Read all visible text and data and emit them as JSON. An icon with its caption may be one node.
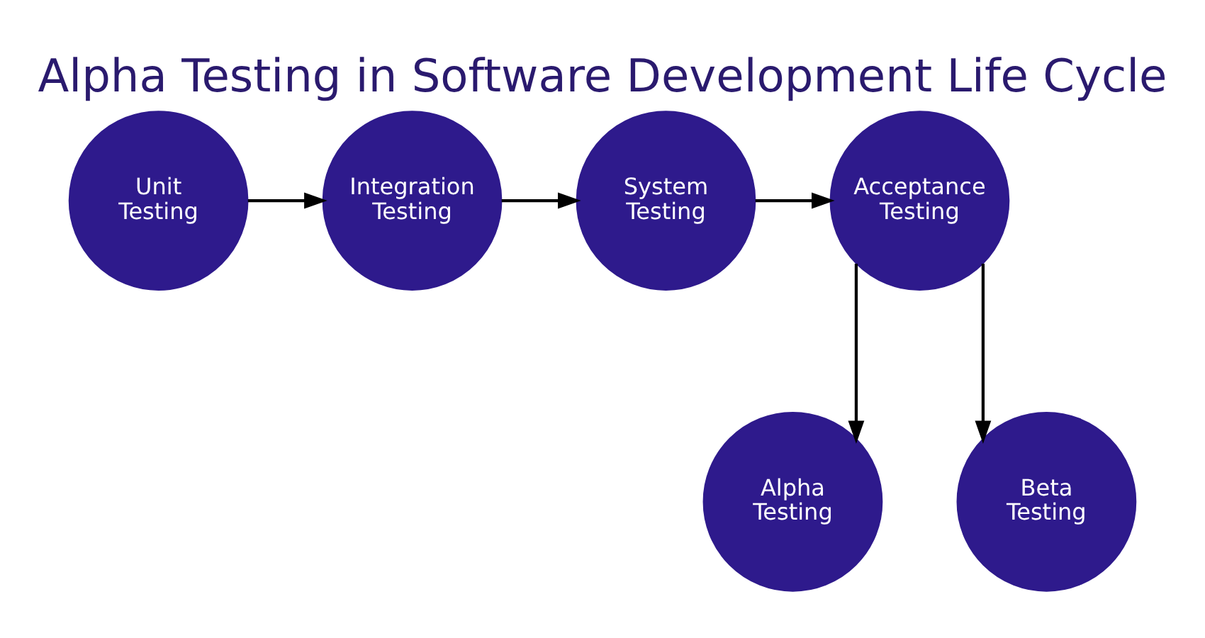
{
  "diagram": {
    "title": "Alpha Testing in Software Development Life Cycle",
    "nodes": [
      {
        "text": [
          "Unit Testing"
        ]
      },
      {
        "text": [
          "Integration Testing"
        ]
      },
      {
        "text": [
          "System Testing"
        ]
      },
      {
        "text": [
          "Acceptance Testing"
        ]
      },
      {
        "text": [
          "Alpha Testing"
        ]
      },
      {
        "text": [
          "Beta Testing"
        ]
      }
    ],
    "edges": [
      {
        "from": 0,
        "to": 1,
        "arrow": "to"
      },
      {
        "from": 1,
        "to": 2,
        "arrow": "to"
      },
      {
        "from": 2,
        "to": 3,
        "arrow": "to"
      },
      {
        "from": 3,
        "to": 4,
        "arrow": "to"
      },
      {
        "from": 3,
        "to": 5,
        "arrow": "to"
      }
    ]
  }
}
